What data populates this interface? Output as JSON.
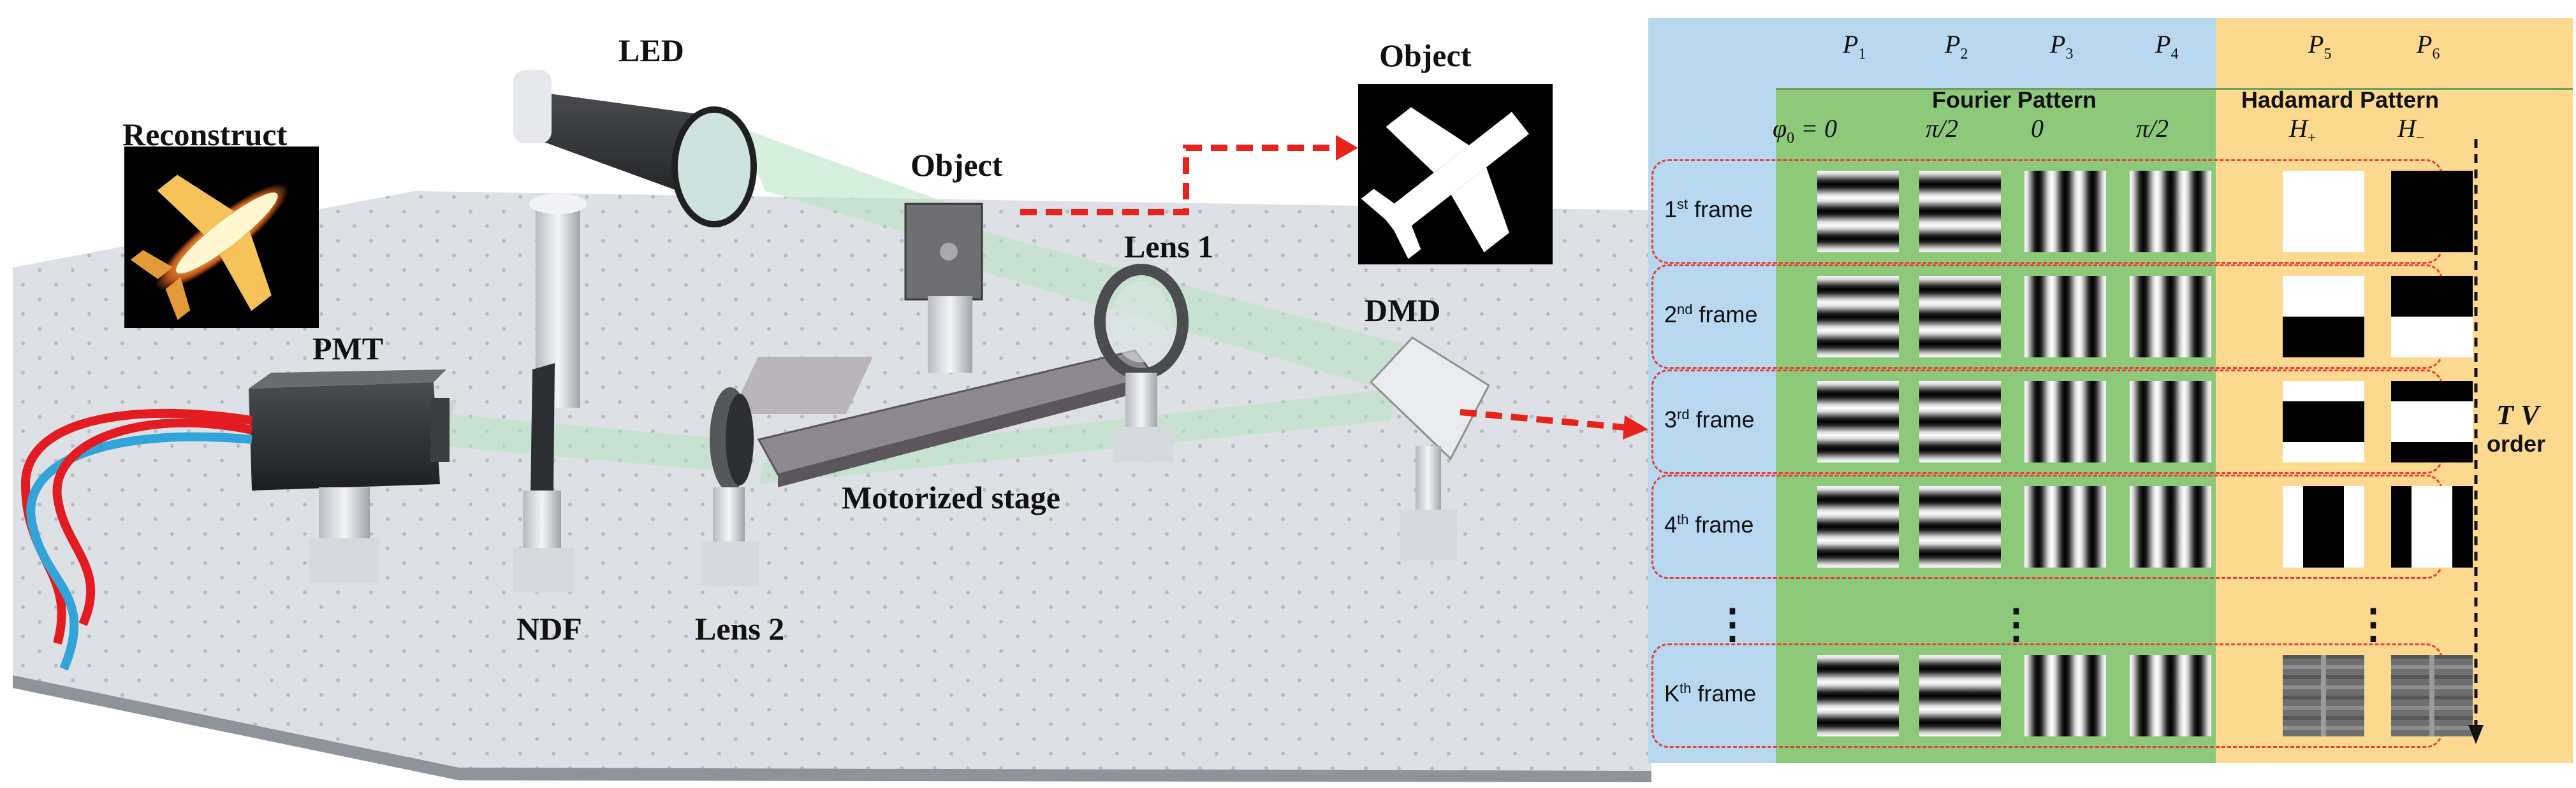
{
  "setup": {
    "labels": {
      "led": "LED",
      "object_near": "Object",
      "object_far": "Object",
      "reconstruct": "Reconstruct",
      "lens1": "Lens 1",
      "lens2": "Lens 2",
      "dmd": "DMD",
      "pmt": "PMT",
      "ndf": "NDF",
      "stage": "Motorized stage"
    }
  },
  "patterns": {
    "columns": [
      {
        "p": "P",
        "sub": "1",
        "phase_var": "φ",
        "phase_sub": "0",
        "phase": " = 0"
      },
      {
        "p": "P",
        "sub": "2",
        "phase": "π/2"
      },
      {
        "p": "P",
        "sub": "3",
        "phase": "0"
      },
      {
        "p": "P",
        "sub": "4",
        "phase": "π/2"
      },
      {
        "p": "P",
        "sub": "5",
        "phase": "H",
        "phase_sub": "+"
      },
      {
        "p": "P",
        "sub": "6",
        "phase": "H",
        "phase_sub": "−"
      }
    ],
    "fourier_title": "Fourier Pattern",
    "hadamard_title": "Hadamard Pattern",
    "frames": [
      {
        "num": "1",
        "sup": "st",
        "rest": " frame"
      },
      {
        "num": "2",
        "sup": "nd",
        "rest": " frame"
      },
      {
        "num": "3",
        "sup": "rd",
        "rest": " frame"
      },
      {
        "num": "4",
        "sup": "th",
        "rest": " frame"
      },
      {
        "num": "K",
        "sup": "th",
        "rest": " frame"
      }
    ],
    "tv_top": "T V",
    "tv_bottom": "order",
    "ellipsis": "⋮"
  },
  "colors": {
    "fourier_bg": "#8cc97a",
    "hadamard_bg": "#fcd98e",
    "label_bg": "#b8d8ef",
    "frame_border": "#e8413c",
    "arrow": "#e8231c",
    "table_top": "#e2e4e8",
    "table_edge": "#8f939a"
  }
}
